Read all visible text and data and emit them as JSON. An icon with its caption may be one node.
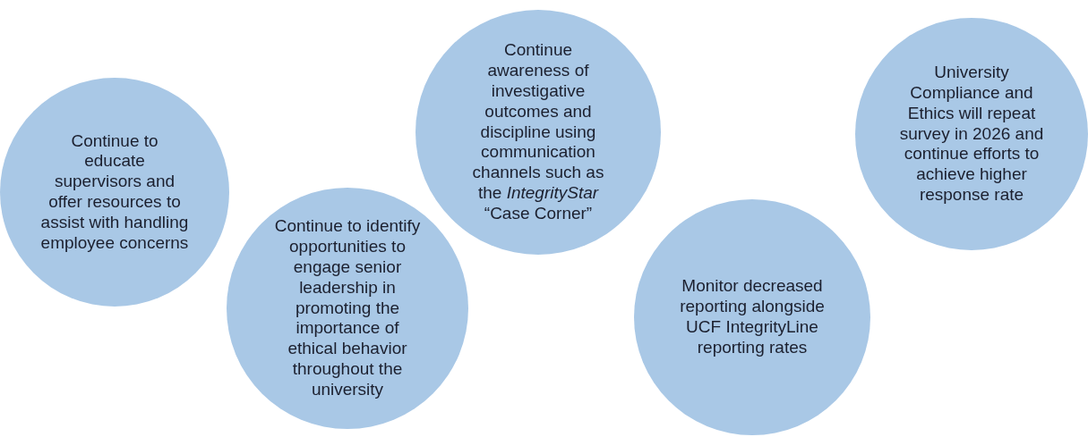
{
  "diagram": {
    "nodes": [
      {
        "text": [
          "Continue to educate supervisors and offer resources to assist with handling employee concerns"
        ]
      },
      {
        "text": [
          "Continue to identify opportunities to engage senior leadership in promoting the importance of ethical behavior throughout the university"
        ]
      },
      {
        "text": [
          "Continue awareness of investigative outcomes and discipline using communication channels such as the *IntegrityStar* “Case Corner”"
        ]
      },
      {
        "text": [
          "Monitor decreased reporting alongside UCF IntegrityLine reporting rates"
        ]
      },
      {
        "text": [
          "University Compliance and Ethics will repeat survey in 2026 and continue efforts to achieve higher response rate"
        ]
      }
    ]
  }
}
